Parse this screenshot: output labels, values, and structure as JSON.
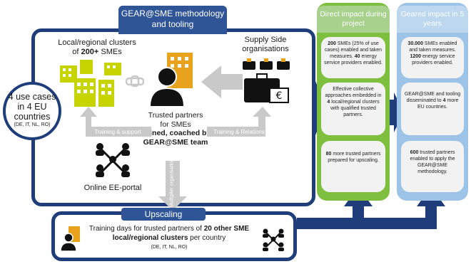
{
  "method": {
    "title": "GEAR@SME methodology and tooling",
    "clusters_label": "Local/regional clusters of 200+ SMEs",
    "clusters_pre": "Local/regional clusters",
    "clusters_line2_pre": "of ",
    "clusters_num": "200+",
    "clusters_line2_post": " SMEs",
    "supply_label": "Supply Side organisations",
    "trusted_line1": "Trusted partners",
    "trusted_line2": "for SMEs",
    "trusted_bold": "trained, coached by GEAR@SME team",
    "training_support": "Training & support",
    "training_relations": "Training & Relations",
    "portal_label": "Online EE-portal",
    "multiplier": "Multiplier organisations"
  },
  "use_cases": {
    "main": "4 use cases in 4 EU countries",
    "countries": "(DE, IT, NL, RO)"
  },
  "direct": {
    "header": "Direct impact during project",
    "card1_num": "200",
    "card1_text": " SMEs (25% of use cases) enabled and taken measures. ",
    "card1_num2": "40",
    "card1_text2": " energy service providers enabled.",
    "card2_text": "Effective collective approaches embedded in ",
    "card2_num": "4",
    "card2_text2": " local/regional clusters with qualified trusted partners.",
    "card3_num": "80",
    "card3_text": " more trusted partners prepared for upscaling."
  },
  "geared": {
    "header": "Geared impact in 5 years",
    "card1_num": "30.000",
    "card1_text": " SMEs enabled and taken measures. ",
    "card1_num2": "1200",
    "card1_text2": " energy service providers enabled.",
    "card2_text": "GEAR@SME and tooling disseminated to ",
    "card2_num": "4",
    "card2_text2": " more EU countries.",
    "card3_num": "600",
    "card3_text": " trusted partners enabled to apply the GEAR@SME methodology."
  },
  "upscaling": {
    "title": "Upscaling",
    "text_pre": "Training days for trusted partners of ",
    "text_bold": "20 other SME local/regional clusters",
    "text_post": " per country",
    "countries": "(DE, IT, NL, RO)"
  },
  "colors": {
    "navy": "#1f3d7a",
    "blue": "#2f5597",
    "green": "#7fbf3f",
    "light_blue": "#9dc3e6",
    "yellow": "#c8d400",
    "orange": "#e8a21b",
    "grey_arrow": "#c9c9c9"
  }
}
